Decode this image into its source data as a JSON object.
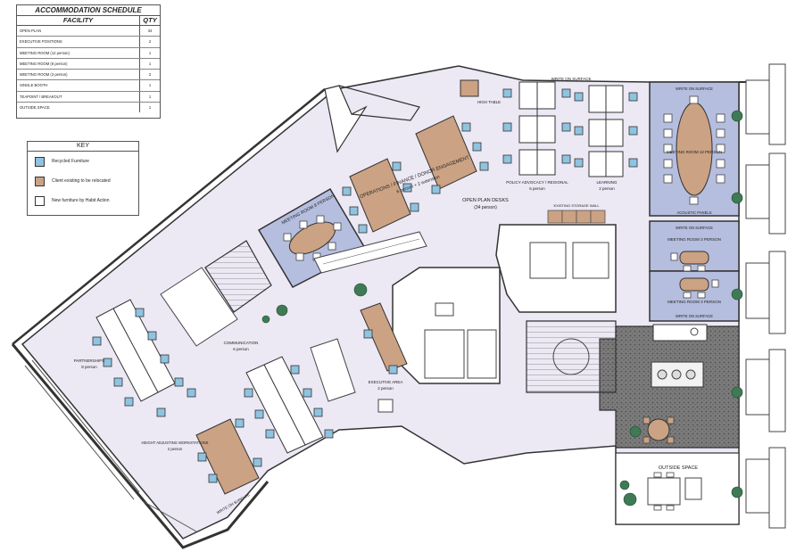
{
  "schedule": {
    "title": "ACCOMMODATION SCHEDULE",
    "col_facility": "FACILITY",
    "col_qty": "QTY",
    "rows": [
      {
        "facility": "OPEN PLAN",
        "qty": "34"
      },
      {
        "facility": "EXECUTIVE POSITIONS",
        "qty": "2"
      },
      {
        "facility": "MEETING ROOM (12 person)",
        "qty": "1"
      },
      {
        "facility": "MEETING ROOM (8 person)",
        "qty": "1"
      },
      {
        "facility": "MEETING ROOM (3 person)",
        "qty": "2"
      },
      {
        "facility": "SINGLE BOOTH",
        "qty": "1"
      },
      {
        "facility": "TEAPOINT / BREAKOUT",
        "qty": "1"
      },
      {
        "facility": "OUTSIDE SPACE",
        "qty": "1"
      }
    ]
  },
  "key": {
    "title": "KEY",
    "items": [
      {
        "label": "Recycled Furniture",
        "color": "#8fc3e0"
      },
      {
        "label": "Client existing to be relocated",
        "color": "#cba283"
      },
      {
        "label": "New furniture by Habit Action",
        "color": "#ffffff"
      }
    ]
  },
  "colors": {
    "floor": "#ece8f4",
    "meeting_room": "#b5bede",
    "tea_point": "#8a8a8a",
    "recycled": "#8fc3e0",
    "relocated": "#cba283",
    "plant": "#3f7a55"
  },
  "labels": {
    "operations": "OPERATIONS / FINANCE / DONOR ENGAGEMENT",
    "operations_sub": "6 person + 2 extension",
    "meeting_8": "MEETING ROOM 8 PERSON",
    "open_plan": "OPEN PLAN DESKS",
    "open_plan_sub": "(34 person)",
    "high_table": "HIGH TABLE",
    "policy": "POLICY ADVOCACY / REGIONAL",
    "policy_sub": "6 person",
    "learning": "LEARNING",
    "learning_sub": "2 person",
    "write_surface": "WRITE ON SURFACE",
    "meeting_12": "MEETING ROOM 12 PERSON",
    "acoustic": "ACOUSTIC PANELS",
    "meeting_3a": "MEETING ROOM 3 PERSON",
    "meeting_3b": "MEETING ROOM 3 PERSON",
    "partnerships": "PARTNERSHIPS",
    "partnerships_sub": "8 person",
    "communication": "COMMUNICATION",
    "communication_sub": "6 person",
    "executive": "EXECUTIVE AREA",
    "executive_sub": "2 person",
    "height_adjust": "HEIGHT ADJUSTING WORKSTATIONS",
    "height_adjust_sub": "2 person",
    "outside_space": "OUTSIDE SPACE",
    "storage_wall": "EXISTING STORAGE WALL"
  }
}
